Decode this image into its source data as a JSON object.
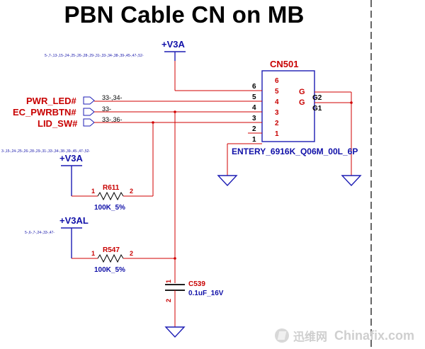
{
  "title": "PBN Cable CN on MB",
  "power": {
    "top": {
      "label": "+V3A",
      "refs": "5-,7-,13-,15-,24-,25-,26-,28-,29-,31-,33-,34-,38-,39-,45-,47-,52-"
    },
    "mid": {
      "label": "+V3A",
      "refs": "3-,15-,24-,25-,26-,28-,29-,31-,33-,34-,38-,39-,45-,47-,52-"
    },
    "low": {
      "label": "+V3AL",
      "refs": "5-,6-,7-,24-,33-,47-"
    }
  },
  "nets": [
    {
      "name": "PWR_LED#",
      "refs": "33-,34-"
    },
    {
      "name": "EC_PWRBTN#",
      "refs": "33-"
    },
    {
      "name": "LID_SW#",
      "refs": "33-,36-"
    }
  ],
  "connector": {
    "ref": "CN501",
    "part": "ENTERY_6916K_Q06M_00L_6P",
    "outer_pins": [
      "6",
      "5",
      "4",
      "3",
      "2",
      "1"
    ],
    "inner_pins": [
      "6",
      "5",
      "4",
      "3",
      "2",
      "1"
    ],
    "g_pins": [
      "G",
      "G"
    ],
    "g_labels": [
      "G2",
      "G1"
    ]
  },
  "resistors": [
    {
      "ref": "R611",
      "value": "100K_5%",
      "pin1": "1",
      "pin2": "2"
    },
    {
      "ref": "R547",
      "value": "100K_5%",
      "pin1": "1",
      "pin2": "2"
    }
  ],
  "capacitor": {
    "ref": "C539",
    "value": "0.1uF_16V",
    "pin1": "1",
    "pin2": "2"
  },
  "watermark": {
    "cn": "迅维网",
    "en": "Chinafix.com"
  }
}
